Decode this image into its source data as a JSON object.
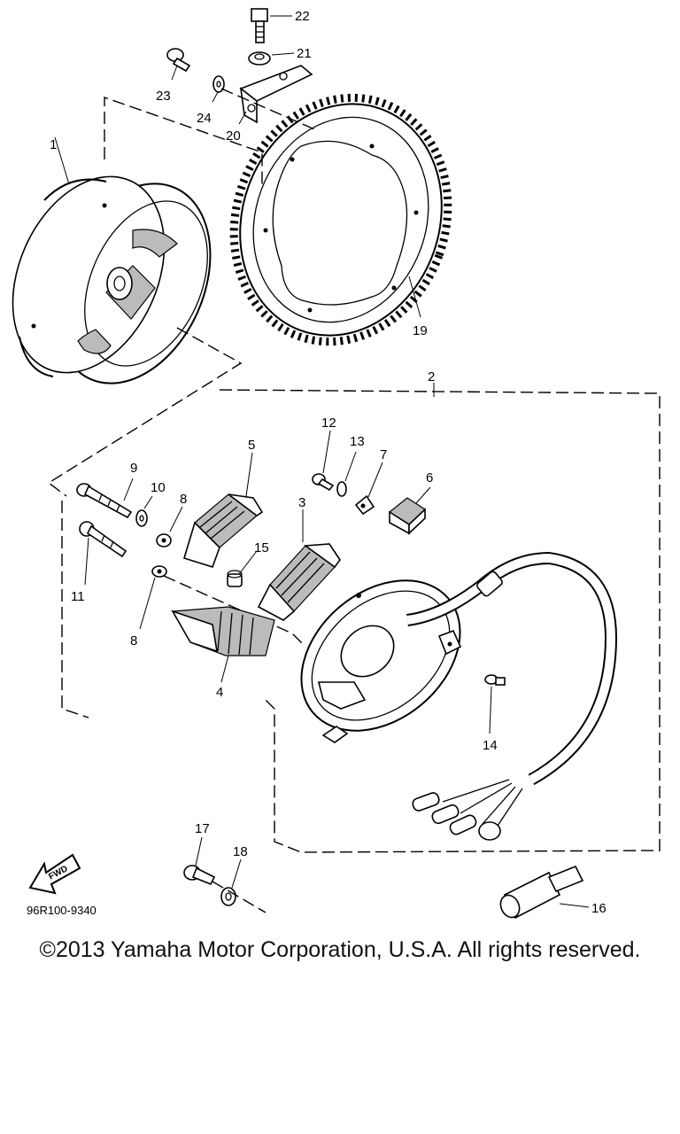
{
  "callouts": {
    "c1": "1",
    "c2": "2",
    "c3": "3",
    "c4": "4",
    "c5": "5",
    "c6": "6",
    "c7": "7",
    "c8a": "8",
    "c8b": "8",
    "c9": "9",
    "c10": "10",
    "c11": "11",
    "c12": "12",
    "c13": "13",
    "c14": "14",
    "c15": "15",
    "c16": "16",
    "c17": "17",
    "c18": "18",
    "c19": "19",
    "c20": "20",
    "c21": "21",
    "c22": "22",
    "c23": "23",
    "c24": "24"
  },
  "fwd_label": "FWD",
  "drawing_code": "96R100-9340",
  "copyright": "©2013 Yamaha Motor Corporation, U.S.A. All rights reserved."
}
